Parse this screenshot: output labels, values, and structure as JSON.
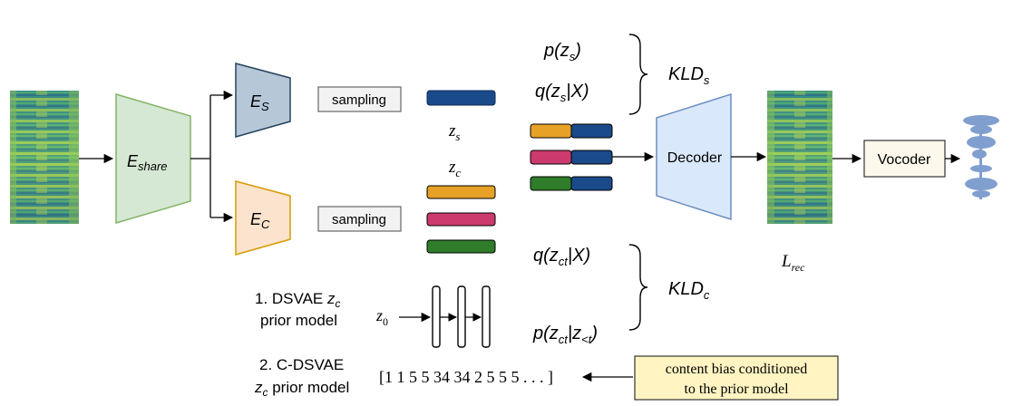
{
  "encoders": {
    "share": {
      "main": "E",
      "sub": "share"
    },
    "speaker": {
      "main": "E",
      "sub": "S"
    },
    "content": {
      "main": "E",
      "sub": "C"
    }
  },
  "sampling_labels": [
    "sampling",
    "sampling"
  ],
  "latents": {
    "zs_main": "z",
    "zs_sub": "s",
    "zc_main": "z",
    "zc_sub": "c"
  },
  "decoder_label": "Decoder",
  "vocoder_label": "Vocoder",
  "kld_top": {
    "p_pre": "p(z",
    "p_sub": "s",
    "p_post": ")",
    "q_pre": "q(z",
    "q_sub": "s",
    "q_post": "|X)",
    "kld_main": "KLD",
    "kld_sub": "s"
  },
  "kld_bottom": {
    "q_pre": "q(z",
    "q_sub": "ct",
    "q_post": "|X)",
    "p_pre": "p(z",
    "p_sub": "ct",
    "p_mid": "|z",
    "p_sub2": "<t",
    "p_post": ")",
    "kld_main": "KLD",
    "kld_sub": "c"
  },
  "loss": {
    "main": "L",
    "sub": "rec"
  },
  "prior1": {
    "line1_pre": "1. DSVAE ",
    "line1_main": "z",
    "line1_sub": "c",
    "line2": "prior model"
  },
  "z0": {
    "main": "z",
    "sub": "0"
  },
  "prior2": {
    "line1": "2. C-DSVAE",
    "line2_main": "z",
    "line2_sub": "c",
    "line2_post": " prior model"
  },
  "sequence": "[1 1 5 5 34 34 2 5 5 5 . . . ]",
  "content_bias": {
    "line1": "content bias conditioned",
    "line2": "to the prior model"
  },
  "colors": {
    "share_fill": "#d5e8d4",
    "share_stroke": "#82b366",
    "es_fill": "#b6c7d8",
    "es_stroke": "#23445d",
    "ec_fill": "#fbe3cd",
    "ec_stroke": "#d79b00",
    "decoder_fill": "#dae8fc",
    "decoder_stroke": "#6c8ebf",
    "blue": "#1a4a8a",
    "orange": "#e6a126",
    "pink": "#cc3a6e",
    "green": "#2f7d2a",
    "vocoder_fill": "#fdf8ec",
    "bias_fill": "#fff4c2"
  }
}
